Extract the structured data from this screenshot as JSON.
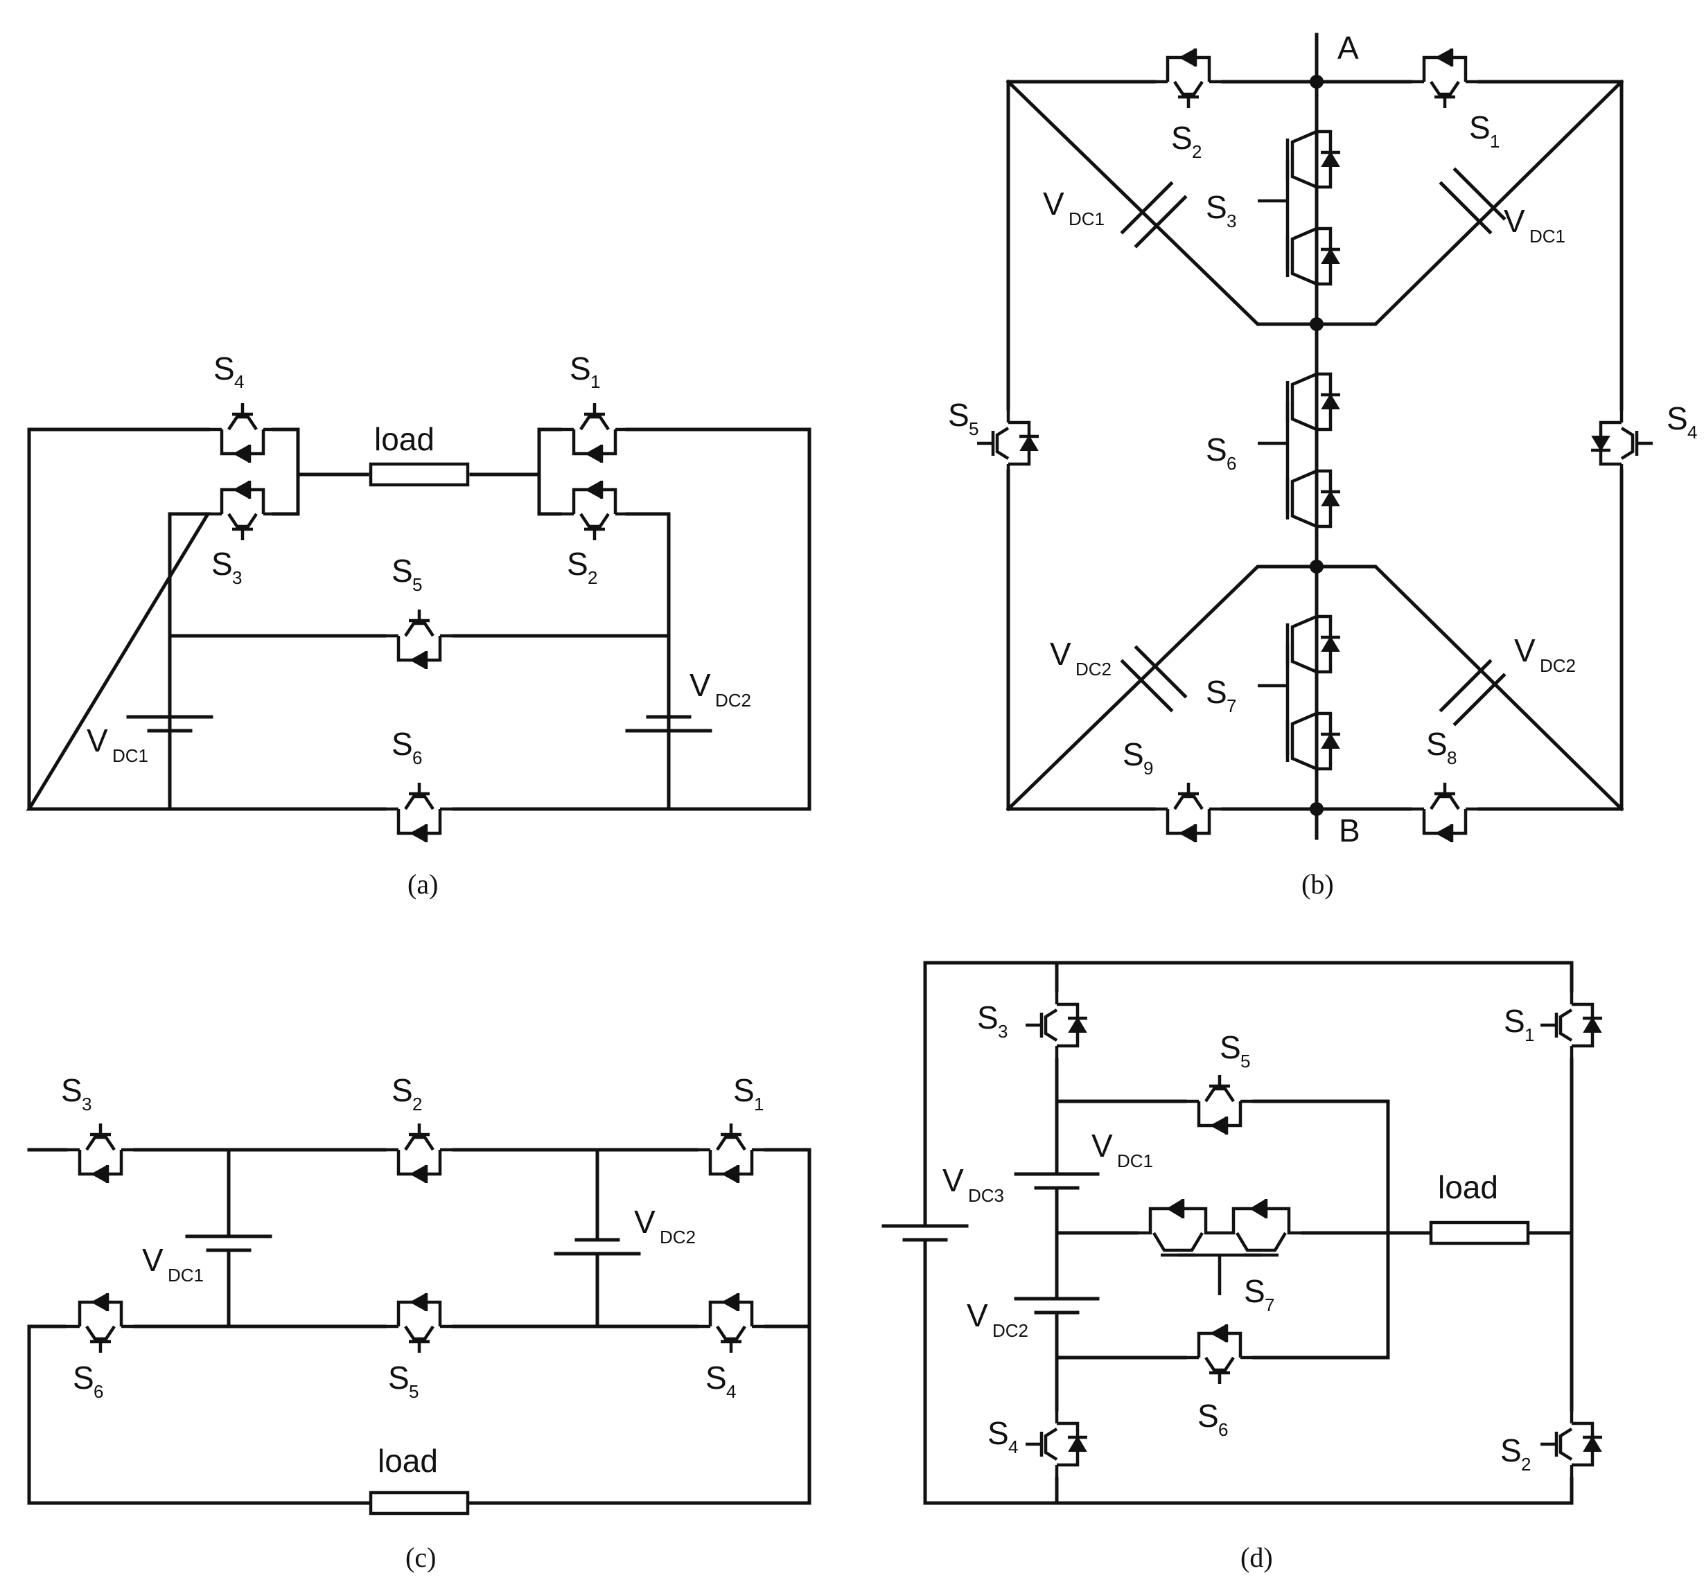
{
  "panels": {
    "a": {
      "caption": "(a)",
      "load": "load",
      "switches": [
        {
          "s": "S",
          "n": "4"
        },
        {
          "s": "S",
          "n": "1"
        },
        {
          "s": "S",
          "n": "3"
        },
        {
          "s": "S",
          "n": "2"
        },
        {
          "s": "S",
          "n": "5"
        },
        {
          "s": "S",
          "n": "6"
        }
      ],
      "sources": [
        {
          "s": "V",
          "n": "DC1"
        },
        {
          "s": "V",
          "n": "DC2"
        }
      ]
    },
    "b": {
      "caption": "(b)",
      "node_a": "A",
      "node_b": "B",
      "switches": [
        {
          "s": "S",
          "n": "2"
        },
        {
          "s": "S",
          "n": "1"
        },
        {
          "s": "S",
          "n": "3"
        },
        {
          "s": "S",
          "n": "5"
        },
        {
          "s": "S",
          "n": "6"
        },
        {
          "s": "S",
          "n": "4"
        },
        {
          "s": "S",
          "n": "7"
        },
        {
          "s": "S",
          "n": "9"
        },
        {
          "s": "S",
          "n": "8"
        }
      ],
      "sources": [
        {
          "s": "V",
          "n": "DC1"
        },
        {
          "s": "V",
          "n": "DC1"
        },
        {
          "s": "V",
          "n": "DC2"
        },
        {
          "s": "V",
          "n": "DC2"
        }
      ]
    },
    "c": {
      "caption": "(c)",
      "load": "load",
      "switches": [
        {
          "s": "S",
          "n": "3"
        },
        {
          "s": "S",
          "n": "2"
        },
        {
          "s": "S",
          "n": "1"
        },
        {
          "s": "S",
          "n": "6"
        },
        {
          "s": "S",
          "n": "5"
        },
        {
          "s": "S",
          "n": "4"
        }
      ],
      "sources": [
        {
          "s": "V",
          "n": "DC1"
        },
        {
          "s": "V",
          "n": "DC2"
        }
      ]
    },
    "d": {
      "caption": "(d)",
      "load": "load",
      "switches": [
        {
          "s": "S",
          "n": "3"
        },
        {
          "s": "S",
          "n": "1"
        },
        {
          "s": "S",
          "n": "5"
        },
        {
          "s": "S",
          "n": "7"
        },
        {
          "s": "S",
          "n": "6"
        },
        {
          "s": "S",
          "n": "4"
        },
        {
          "s": "S",
          "n": "2"
        }
      ],
      "sources": [
        {
          "s": "V",
          "n": "DC1"
        },
        {
          "s": "V",
          "n": "DC3"
        },
        {
          "s": "V",
          "n": "DC2"
        }
      ]
    }
  }
}
